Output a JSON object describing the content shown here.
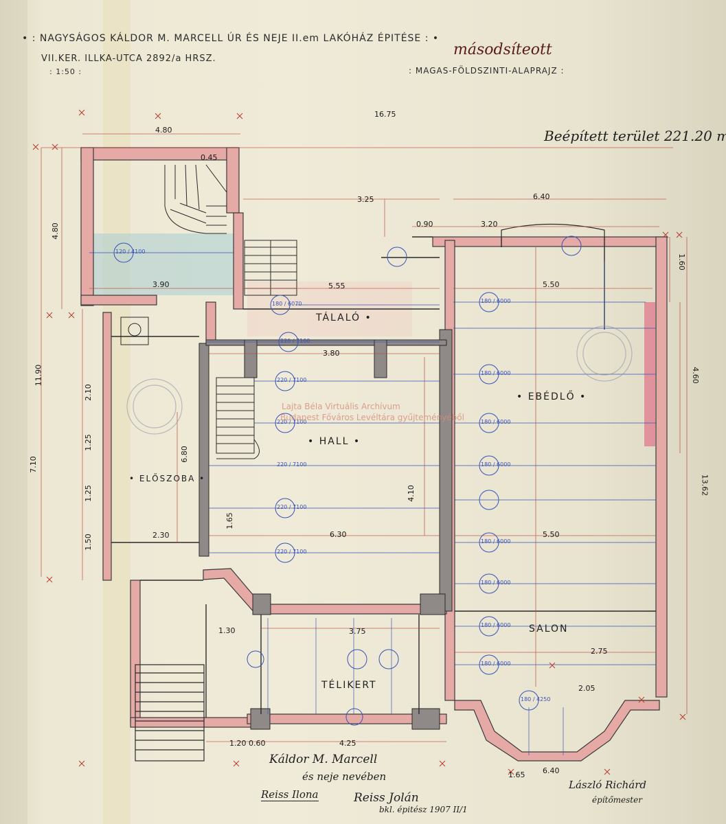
{
  "header": {
    "line1": "• : NAGYSÁGOS KÁLDOR M. MARCELL ÚR ÉS NEJE II.em LAKÓHÁZ ÉPITÉSE : •",
    "line2": "VII.KER. ILLKA-UTCA 2892/a HRSZ.",
    "scale": ": 1:50 :",
    "annotation": "másodsíteott",
    "plan_title": ": MAGAS-FÖLDSZINTI-ALAPRAJZ :",
    "built_area": "Beépített terület 221.20 m²"
  },
  "rooms": {
    "talalo": "TÁLALÓ •",
    "hall": "• HALL •",
    "ebedlo": "• EBÉDLŐ •",
    "eloszoba": "• ELŐSZOBA •",
    "salon": "SALON",
    "telikert": "TÉLIKERT"
  },
  "dimensions": {
    "total_width": "16.75",
    "stair_width": "4.80",
    "hall_top": "3.25",
    "dining_top": "6.40",
    "d090": "0.90",
    "d320": "3.20",
    "d555": "5.55",
    "d550_top": "5.50",
    "d380": "3.80",
    "d390": "3.90",
    "d630": "6.30",
    "d550_mid": "5.50",
    "d275": "2.75",
    "d375": "3.75",
    "d425": "4.25",
    "d640_bottom": "6.40",
    "left_1190": "11.90",
    "left_710": "7.10",
    "left_480": "4.80",
    "right_1362": "13.62",
    "right_460": "4.60",
    "right_160": "1.60",
    "d210": "2.10",
    "d125a": "1.25",
    "d125b": "1.25",
    "d150": "1.50",
    "d680": "6.80",
    "d410": "4.10",
    "d230": "2.30",
    "d165": "1.65",
    "d130": "1.30",
    "d205": "2.05",
    "d165b": "1.65",
    "d120": "1.20",
    "d060": "0.60",
    "d045": "0.45"
  },
  "beam_labels": [
    "120 / 4100",
    "180 / 6070",
    "180 / 6000",
    "220 / 7100",
    "220 / 7100",
    "220 / 7100",
    "220 / 7100",
    "220 / 7100",
    "220 / 7100",
    "180 / 6000",
    "180 / 6000",
    "180 / 6000",
    "180 / 6000",
    "180 / 6000",
    "180 / 6000",
    "180 / 4250",
    "180 / 6000"
  ],
  "watermark": {
    "line1": "Lajta Béla Virtuális Archívum",
    "line2": "Budapest Főváros Levéltára gyűjteményéből"
  },
  "signatures": {
    "owner": "Káldor M. Marcell",
    "owner2": "és neje nevében",
    "wife": "Reiss Ilona",
    "approval": "Reiss Jolán",
    "date": "bkl. épitész 1907 II/1",
    "architect": "László Richárd",
    "architect_title": "építőmester"
  },
  "colors": {
    "wall_pink": "#e5a9a6",
    "wall_grey": "#8f8a88",
    "beam_blue": "#3a52b8",
    "dim_red": "#c0463c",
    "glass_blue": "#9cc3cc",
    "ink": "#222222"
  }
}
